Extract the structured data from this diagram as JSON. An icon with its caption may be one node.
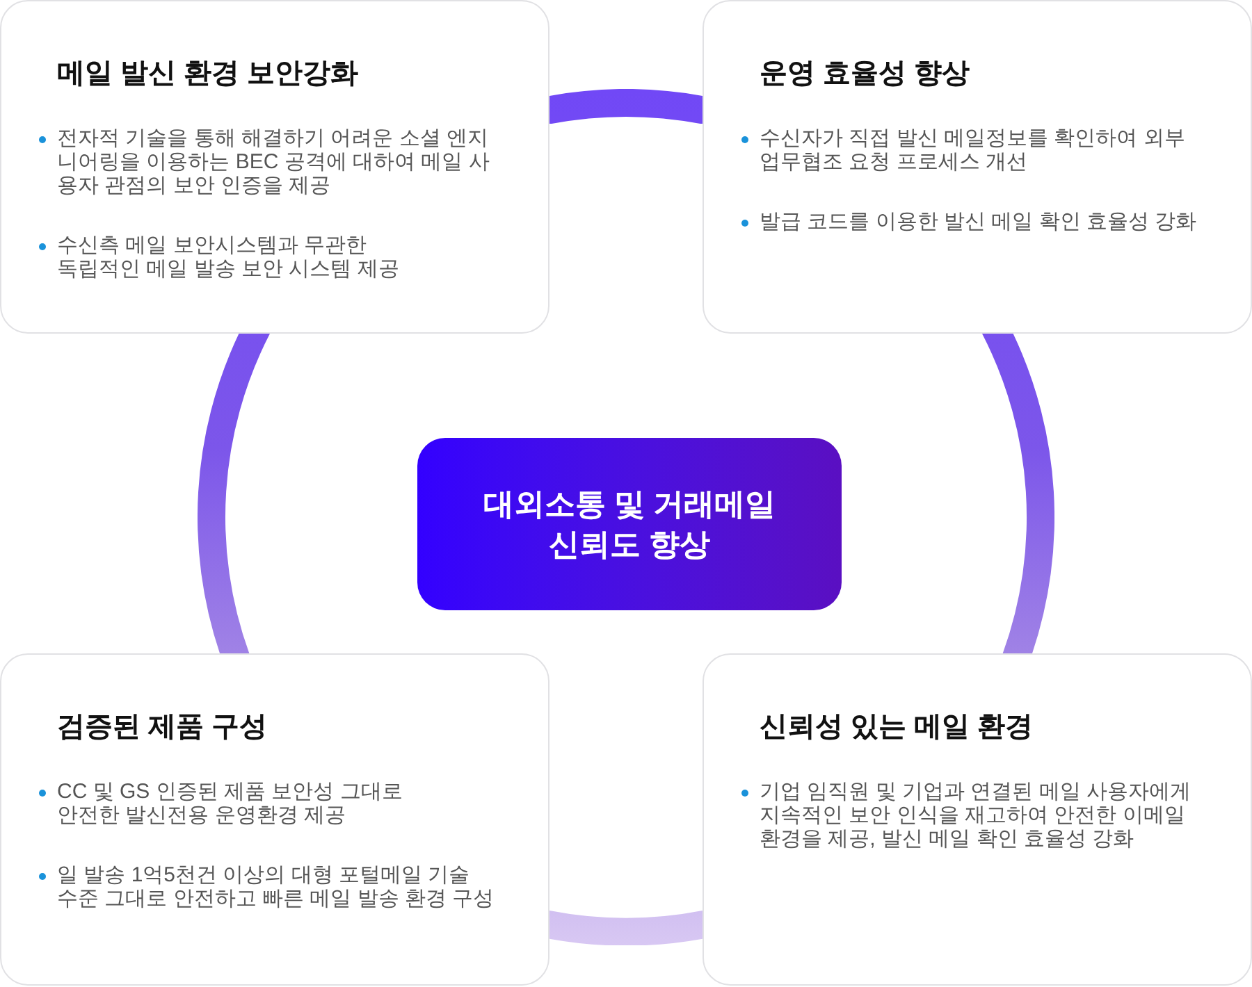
{
  "diagram": {
    "nodes": [
      {
        "text": [
          "메일 발신 환경 보안강화",
          "전자적 기술을 통해 해결하기 어려운 소셜 엔지니어링을 이용하는 BEC 공격에 대하여 메일 사용자 관점의 보안 인증을 제공",
          "수신측 메일 보안시스템과 무관한 독립적인 메일 발송 보안 시스템 제공"
        ]
      },
      {
        "text": [],
        "shape": "arc"
      },
      {
        "text": [
          "운영 효율성 향상",
          "수신자가 직접 발신 메일정보를 확인하여 외부 업무협조 요청 프로세스 개선",
          "발급 코드를 이용한 발신 메일 확인 효율성 강화"
        ]
      },
      {
        "text": [],
        "shape": "arc"
      },
      {
        "text": [
          "대외소통 및 거래메일 신뢰도 향상"
        ]
      },
      {
        "text": [],
        "shape": "arc"
      },
      {
        "text": [
          "검증된 제품 구성",
          "CC 및 GS 인증된 제품 보안성 그대로 안전한 발신전용 운영환경 제공",
          "일 발송 1억5천건 이상의 대형 포털메일 기술 수준 그대로 안전하고 빠른 메일 발송 환경 구성"
        ]
      },
      {
        "text": [],
        "shape": "arc"
      },
      {
        "text": [
          "신뢰성 있는 메일 환경",
          "기업 임직원 및 기업과 연결된 메일 사용자에게 지속적인 보안 인식을 재고하여 안전한 이메일 환경을 제공, 발신 메일 확인 효율성 강화"
        ]
      }
    ]
  }
}
